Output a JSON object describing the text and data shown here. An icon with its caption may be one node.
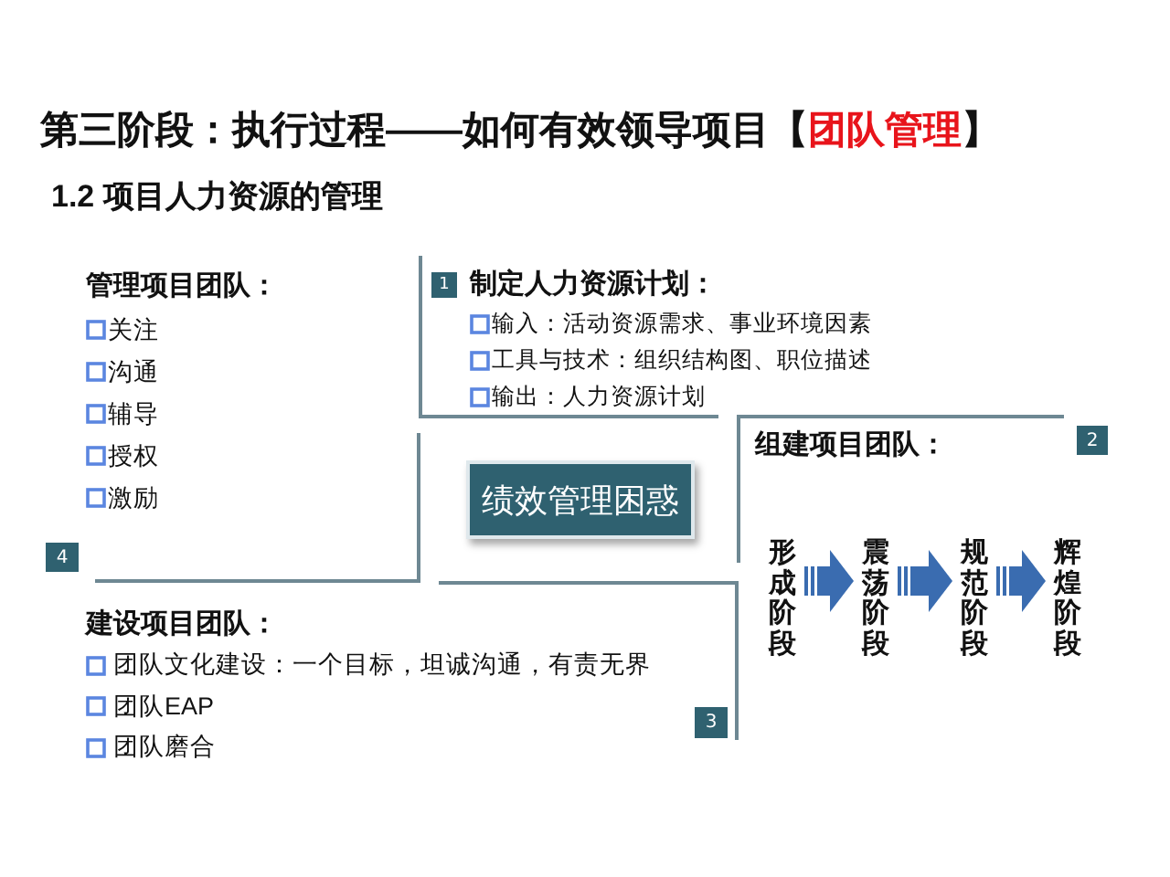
{
  "diagram": {
    "title": "第三阶段：执行过程——如何有效领导项目【**团队管理**】",
    "nodes": [
      {
        "text": [
          "管理项目团队：",
          "关注",
          "沟通",
          "辅导",
          "授权",
          "激励"
        ],
        "beside": [
          "4"
        ]
      },
      {
        "text": [
          "1",
          "制定人力资源计划：",
          "输入：活动资源需求、事业环境因素",
          "工具与技术：组织结构图、职位描述",
          "输出：人力资源计划"
        ]
      },
      {
        "text": [
          "绩效管理困惑"
        ]
      },
      {
        "text": [
          "组建项目团队："
        ],
        "beside": [
          "2"
        ]
      },
      {
        "text": [
          "形成阶段"
        ],
        "in": 3
      },
      {
        "text": [
          "震荡阶段"
        ],
        "in": 3
      },
      {
        "text": [
          "规范阶段"
        ],
        "in": 3
      },
      {
        "text": [
          "辉煌阶段"
        ],
        "in": 3
      },
      {
        "text": [
          "建设项目团队：",
          "团队文化建设：一个目标，坦诚沟通，有责无界",
          "团队EAP",
          "团队磨合",
          "3"
        ]
      }
    ],
    "edges": [
      {
        "from": 4,
        "to": 5,
        "arrow": "to"
      },
      {
        "from": 5,
        "to": 6,
        "arrow": "to"
      },
      {
        "from": 6,
        "to": 7,
        "arrow": "to"
      }
    ],
    "labels": [
      "1.2 项目人力资源的管理"
    ]
  }
}
